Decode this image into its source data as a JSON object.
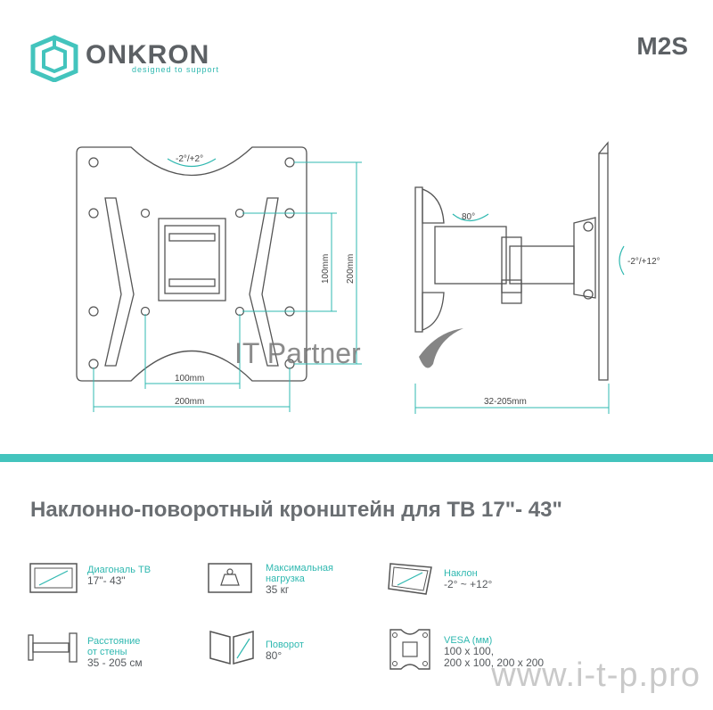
{
  "brand": {
    "name": "ONKRON",
    "tagline": "designed to support"
  },
  "model": "M2S",
  "drawing": {
    "front": {
      "tilt_label": "-2°/+2°",
      "inner_vertical": "100mm",
      "outer_vertical": "200mm",
      "inner_horizontal": "100mm",
      "outer_horizontal": "200mm"
    },
    "side": {
      "swivel_label": "80°",
      "tilt_label": "-2°/+12°",
      "depth_label": "32-205mm"
    }
  },
  "watermark": {
    "text": "IT Partner",
    "url": "www.i-t-p.pro"
  },
  "accent_color": "#43c4bd",
  "product_title": "Наклонно-поворотный кронштейн для ТВ 17\"- 43\"",
  "specs": [
    {
      "icon": "tv-diagonal-icon",
      "label_lines": [
        "Диагональ ТВ"
      ],
      "value_lines": [
        "17\"- 43\""
      ]
    },
    {
      "icon": "max-load-icon",
      "label_lines": [
        "Максимальная",
        "нагрузка"
      ],
      "value_lines": [
        "35 кг"
      ]
    },
    {
      "icon": "tilt-icon",
      "label_lines": [
        "Наклон"
      ],
      "value_lines": [
        "-2° ~ +12°"
      ]
    },
    {
      "icon": "wall-distance-icon",
      "label_lines": [
        "Расстояние",
        "от стены"
      ],
      "value_lines": [
        "35 - 205 см"
      ]
    },
    {
      "icon": "swivel-icon",
      "label_lines": [
        "Поворот"
      ],
      "value_lines": [
        "80°"
      ]
    },
    {
      "icon": "vesa-icon",
      "label_lines": [
        "VESA (мм)"
      ],
      "value_lines": [
        "100 x 100,",
        "200 x 100, 200 x 200"
      ]
    }
  ]
}
